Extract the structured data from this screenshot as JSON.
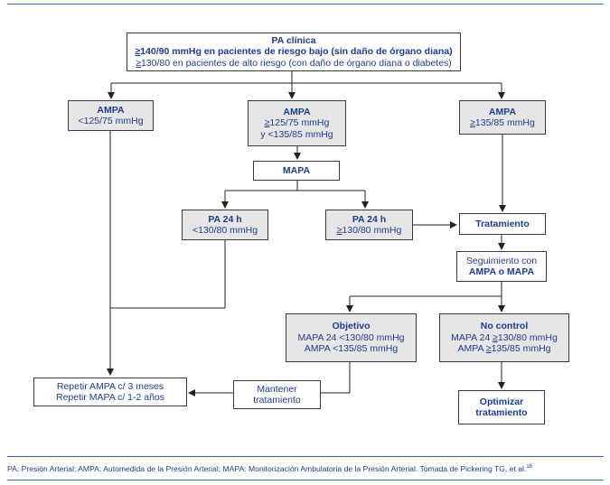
{
  "boxes": {
    "pa_clinica": {
      "title": "PA clínica",
      "line1_sym": "≥",
      "line1": "140/90 mmHg en pacientes de riesgo bajo (sin daño de órgano diana)",
      "line2_sym": "≥",
      "line2": "130/80 en pacientes de alto riesgo (con daño de órgano diana o diabetes)"
    },
    "ampa_left": {
      "title": "AMPA",
      "value": "<125/75 mmHg"
    },
    "ampa_mid": {
      "title": "AMPA",
      "line1_sym": "≥",
      "line1": "125/75 mmHg",
      "line2": "y <135/85 mmHg"
    },
    "ampa_right": {
      "title": "AMPA",
      "line1_sym": "≥",
      "line1": "135/85 mmHg"
    },
    "mapa": {
      "title": "MAPA"
    },
    "pa24_left": {
      "title": "PA 24 h",
      "value": "<130/80 mmHg"
    },
    "pa24_right": {
      "title": "PA 24 h",
      "line1_sym": "≥",
      "line1": "130/80 mmHg"
    },
    "tratamiento": {
      "title": "Tratamiento"
    },
    "seguimiento": {
      "line1": "Seguimiento con",
      "line2": "AMPA o MAPA"
    },
    "objetivo": {
      "title": "Objetivo",
      "line1": "MAPA 24 <130/80 mmHg",
      "line2": "AMPA <135/85 mmHg"
    },
    "no_control": {
      "title": "No control",
      "line1_pre": "MAPA 24 ",
      "line1_sym": "≥",
      "line1_post": "130/80 mmHg",
      "line2_pre": "AMPA ",
      "line2_sym": "≥",
      "line2_post": "135/85 mmHg"
    },
    "repetir": {
      "line1": "Repetir AMPA c/ 3 meses",
      "line2": "Repetir MAPA c/ 1-2 años"
    },
    "mantener": {
      "line1": "Mantener",
      "line2": "tratamiento"
    },
    "optimizar": {
      "line1": "Optimizar",
      "line2": "tratamiento"
    }
  },
  "footnote": {
    "text": "PA: Presión Arterial; AMPA: Automedida de la Presión Arterial; MAPA: Monitorización Ambulatoria de la Presión Arterial. Tomada de Pickering TG, et al.",
    "ref": "16"
  },
  "colors": {
    "text": "#1e3c8c",
    "box_gray": "#e6e6e6",
    "border": "#3a3a3a",
    "rule": "#3a6ab0"
  }
}
